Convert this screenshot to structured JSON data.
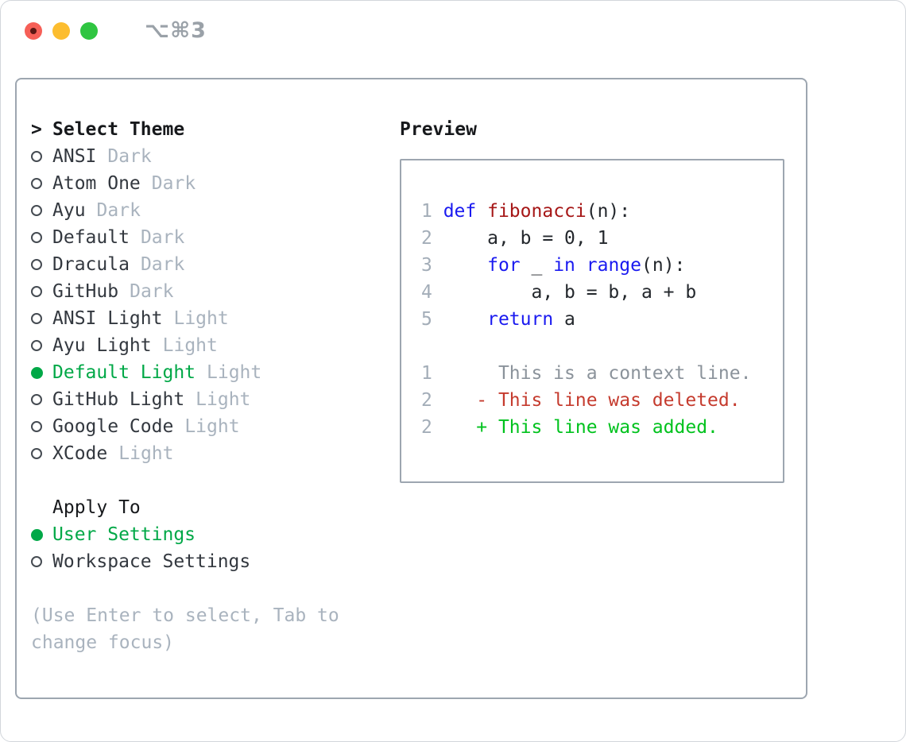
{
  "titlebar": {
    "shortcut": "⌥⌘3"
  },
  "left": {
    "prompt": ">",
    "title": "Select Theme",
    "themes": [
      {
        "name": "ANSI",
        "variant": "Dark",
        "selected": false
      },
      {
        "name": "Atom One",
        "variant": "Dark",
        "selected": false
      },
      {
        "name": "Ayu",
        "variant": "Dark",
        "selected": false
      },
      {
        "name": "Default",
        "variant": "Dark",
        "selected": false
      },
      {
        "name": "Dracula",
        "variant": "Dark",
        "selected": false
      },
      {
        "name": "GitHub",
        "variant": "Dark",
        "selected": false
      },
      {
        "name": "ANSI Light",
        "variant": "Light",
        "selected": false
      },
      {
        "name": "Ayu Light",
        "variant": "Light",
        "selected": false
      },
      {
        "name": "Default Light",
        "variant": "Light",
        "selected": true
      },
      {
        "name": "GitHub Light",
        "variant": "Light",
        "selected": false
      },
      {
        "name": "Google Code",
        "variant": "Light",
        "selected": false
      },
      {
        "name": "XCode",
        "variant": "Light",
        "selected": false
      }
    ],
    "apply_title": "Apply To",
    "apply_options": [
      {
        "label": "User Settings",
        "selected": true
      },
      {
        "label": "Workspace Settings",
        "selected": false
      }
    ],
    "help_lines": [
      "(Use Enter to select, Tab to",
      "change focus)"
    ]
  },
  "preview": {
    "title": "Preview",
    "lines": [
      {
        "segs": [
          {
            "t": "1 ",
            "c": "num"
          },
          {
            "t": "def",
            "c": "kw"
          },
          {
            "t": " ",
            "c": "code"
          },
          {
            "t": "fibonacci",
            "c": "fn"
          },
          {
            "t": "(n):",
            "c": "code"
          }
        ]
      },
      {
        "segs": [
          {
            "t": "2 ",
            "c": "num"
          },
          {
            "t": "    a, b = 0, 1",
            "c": "code"
          }
        ]
      },
      {
        "segs": [
          {
            "t": "3 ",
            "c": "num"
          },
          {
            "t": "    ",
            "c": "code"
          },
          {
            "t": "for",
            "c": "kw"
          },
          {
            "t": " _ ",
            "c": "code"
          },
          {
            "t": "in",
            "c": "kw"
          },
          {
            "t": " ",
            "c": "code"
          },
          {
            "t": "range",
            "c": "kw"
          },
          {
            "t": "(n):",
            "c": "code"
          }
        ]
      },
      {
        "segs": [
          {
            "t": "4 ",
            "c": "num"
          },
          {
            "t": "        a, b = b, a + b",
            "c": "code"
          }
        ]
      },
      {
        "segs": [
          {
            "t": "5 ",
            "c": "num"
          },
          {
            "t": "    ",
            "c": "code"
          },
          {
            "t": "return",
            "c": "kw"
          },
          {
            "t": " a",
            "c": "code"
          }
        ]
      },
      {
        "segs": []
      },
      {
        "segs": [
          {
            "t": "1 ",
            "c": "num"
          },
          {
            "t": "     This is a context line.",
            "c": "ctx"
          }
        ]
      },
      {
        "segs": [
          {
            "t": "2 ",
            "c": "num"
          },
          {
            "t": "   ",
            "c": "code"
          },
          {
            "t": "- This line was deleted.",
            "c": "del"
          }
        ]
      },
      {
        "segs": [
          {
            "t": "2 ",
            "c": "num"
          },
          {
            "t": "   ",
            "c": "code"
          },
          {
            "t": "+ This line was added.",
            "c": "add"
          }
        ]
      }
    ]
  },
  "colors": {
    "accent_green": "#00a847",
    "added_green": "#00c21d",
    "deleted_red": "#c53b2e",
    "keyword_blue": "#1a1af0",
    "function_red": "#a61717",
    "muted_gray": "#a9b3be",
    "context_gray": "#8b939b",
    "code_black": "#23272c",
    "heading_black": "#17191c",
    "name_dark": "#33383f",
    "border_gray": "#9da6b0",
    "traffic_red": "#f65f57",
    "traffic_red_dot": "#5c1714",
    "traffic_yellow": "#fcbd2f",
    "traffic_green": "#2fc541",
    "shortcut_gray": "#9aa1a8"
  }
}
